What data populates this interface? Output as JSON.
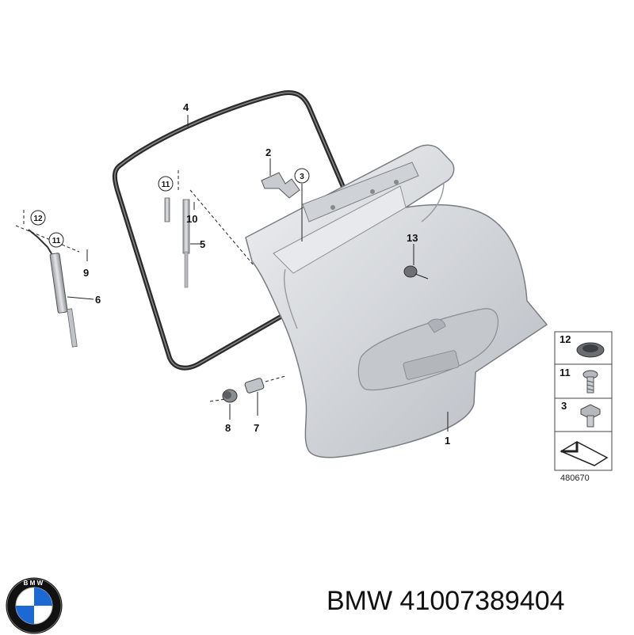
{
  "diagram": {
    "callouts": {
      "c1": "1",
      "c2": "2",
      "c3": "3",
      "c4": "4",
      "c5": "5",
      "c6": "6",
      "c7": "7",
      "c8": "8",
      "c9": "9",
      "c10": "10",
      "c11a": "11",
      "c11b": "11",
      "c12": "12",
      "c13": "13"
    },
    "legend": {
      "items": [
        {
          "label": "12"
        },
        {
          "label": "11"
        },
        {
          "label": "3"
        }
      ]
    },
    "reference_number": "480670"
  },
  "footer": {
    "brand": "BMW",
    "part_number": "41007389404",
    "logo_lettering": "BMW"
  },
  "colors": {
    "panel_fill": "#d9dbdf",
    "panel_stroke": "#7a7e84",
    "seal": "#2a2a2a",
    "logo_blue": "#1c69d4",
    "logo_ring": "#111111"
  }
}
